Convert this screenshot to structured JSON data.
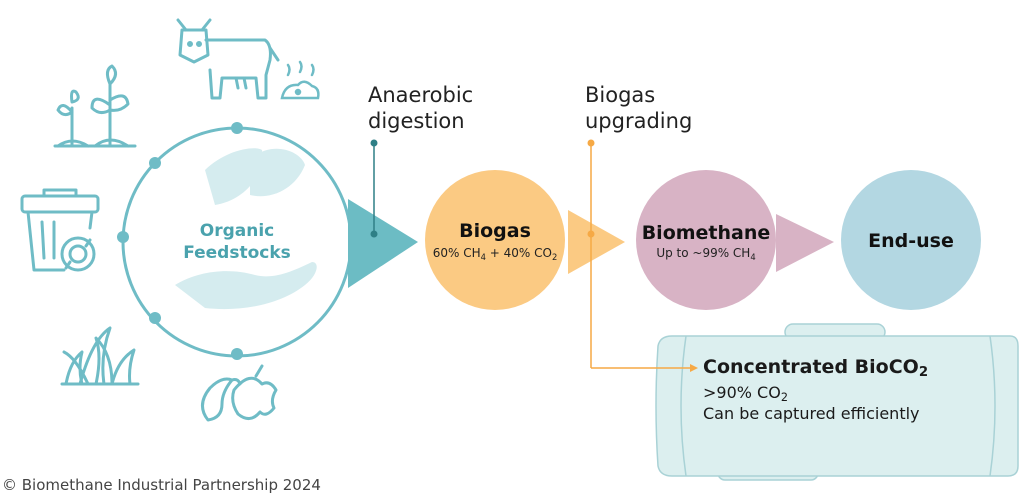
{
  "feedstock": {
    "label_line1": "Organic",
    "label_line2": "Feedstocks",
    "color": "#6fbcc6"
  },
  "steps": {
    "digestion": {
      "line1": "Anaerobic",
      "line2": "digestion",
      "color": "#2e7f86"
    },
    "upgrading": {
      "line1": "Biogas",
      "line2": "upgrading",
      "color": "#f6a945"
    }
  },
  "nodes": {
    "biogas": {
      "title": "Biogas",
      "sub_part1": "60% CH",
      "sub_sub1": "4",
      "sub_part2": " + 40% CO",
      "sub_sub2": "2",
      "color": "#fbca83"
    },
    "biomethane": {
      "title": "Biomethane",
      "sub_part1": "Up to ~99% CH",
      "sub_sub1": "4",
      "color": "#d8b3c5"
    },
    "enduse": {
      "title": "End-use",
      "color": "#b3d7e2"
    }
  },
  "bioco2": {
    "title": "Concentrated BioCO",
    "title_sub": "2",
    "line1": ">90% CO",
    "line1_sub": "2",
    "line2": "Can be captured efficiently",
    "color": "#dcefef"
  },
  "icons": [
    "cow-icon",
    "seedling-icon",
    "recycle-bin-icon",
    "grass-icon",
    "food-waste-icon",
    "hand-plant-icon",
    "manure-icon"
  ],
  "footer": "© Biomethane Industrial Partnership 2024"
}
